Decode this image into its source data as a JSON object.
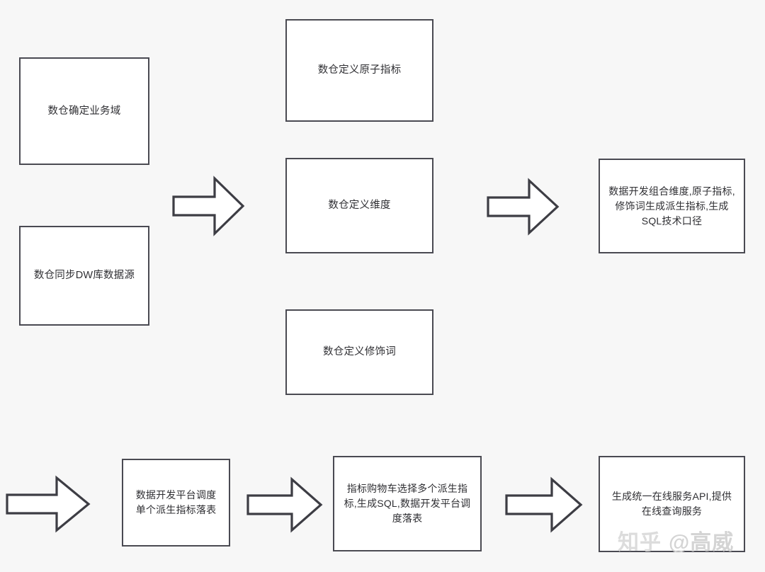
{
  "diagram": {
    "background_color": "#f7f7f7",
    "box_border_color": "#4a4a52",
    "box_fill_color": "#ffffff",
    "arrow_stroke_color": "#3d3d44",
    "text_color": "#2f2f33",
    "nodes": [
      {
        "id": "determine-business-domain",
        "label": "数仓确定业务域"
      },
      {
        "id": "sync-dw-source",
        "label": "数仓同步DW库数据源"
      },
      {
        "id": "define-atomic-metric",
        "label": "数仓定义原子指标"
      },
      {
        "id": "define-dimension",
        "label": "数仓定义维度"
      },
      {
        "id": "define-modifier",
        "label": "数仓定义修饰词"
      },
      {
        "id": "compose-derived-metric",
        "label": "数据开发组合维度,原子指标,\n修饰词生成派生指标,生成\nSQL技术口径"
      },
      {
        "id": "schedule-single-metric",
        "label": "数据开发平台调度\n单个派生指标落表"
      },
      {
        "id": "metric-cart-batch",
        "label": "指标购物车选择多个派生指\n标,生成SQL,数据开发平台调\n度落表"
      },
      {
        "id": "unified-online-api",
        "label": "生成统一在线服务API,提供\n在线查询服务"
      }
    ],
    "arrows": [
      {
        "id": "arrow-1",
        "direction": "right"
      },
      {
        "id": "arrow-2",
        "direction": "right"
      },
      {
        "id": "arrow-3",
        "direction": "right"
      },
      {
        "id": "arrow-4",
        "direction": "right"
      },
      {
        "id": "arrow-5",
        "direction": "right"
      }
    ],
    "watermark": {
      "brand": "知乎",
      "handle": "@高威"
    }
  }
}
